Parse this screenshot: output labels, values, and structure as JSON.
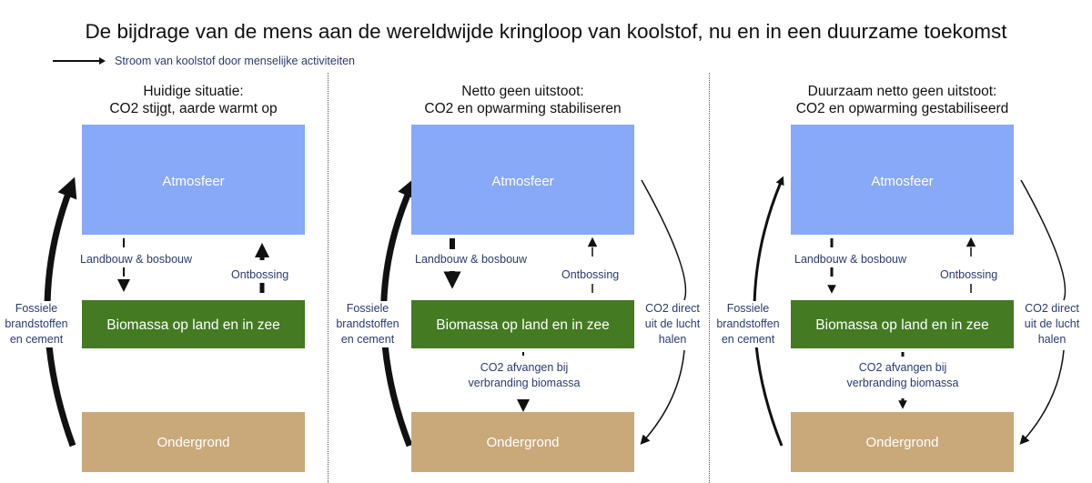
{
  "title": "De bijdrage van de mens aan de wereldwijde kringloop van koolstof, nu en in een duurzame toekomst",
  "legend": "Stroom van koolstof door menselijke activiteiten",
  "colors": {
    "atmosphere": "#88a8f8",
    "biomass": "#447a22",
    "underground": "#c9a87a",
    "label": "#2b3a70"
  },
  "panels": [
    {
      "title_line1": "Huidige situatie:",
      "title_line2": "CO2 stijgt, aarde warmt op",
      "atmosphere": "Atmosfeer",
      "biomass": "Biomassa op land en in zee",
      "underground": "Ondergrond",
      "fossil": [
        "Fossiele",
        "brandstoffen",
        "en cement"
      ],
      "agriculture": "Landbouw & bosbouw",
      "deforestation": "Ontbossing"
    },
    {
      "title_line1": "Netto geen uitstoot:",
      "title_line2": "CO2 en opwarming stabiliseren",
      "atmosphere": "Atmosfeer",
      "biomass": "Biomassa op land en in zee",
      "underground": "Ondergrond",
      "fossil": [
        "Fossiele",
        "brandstoffen",
        "en cement"
      ],
      "agriculture": "Landbouw & bosbouw",
      "deforestation": "Ontbossing",
      "capture": [
        "CO2 afvangen bij",
        "verbranding biomassa"
      ],
      "direct_air": [
        "CO2 direct",
        "uit de lucht",
        "halen"
      ]
    },
    {
      "title_line1": "Duurzaam netto geen uitstoot:",
      "title_line2": "CO2 en opwarming gestabiliseerd",
      "atmosphere": "Atmosfeer",
      "biomass": "Biomassa op land en in zee",
      "underground": "Ondergrond",
      "fossil": [
        "Fossiele",
        "brandstoffen",
        "en cement"
      ],
      "agriculture": "Landbouw & bosbouw",
      "deforestation": "Ontbossing",
      "capture": [
        "CO2 afvangen bij",
        "verbranding biomassa"
      ],
      "direct_air": [
        "CO2 direct",
        "uit de lucht",
        "halen"
      ]
    }
  ]
}
